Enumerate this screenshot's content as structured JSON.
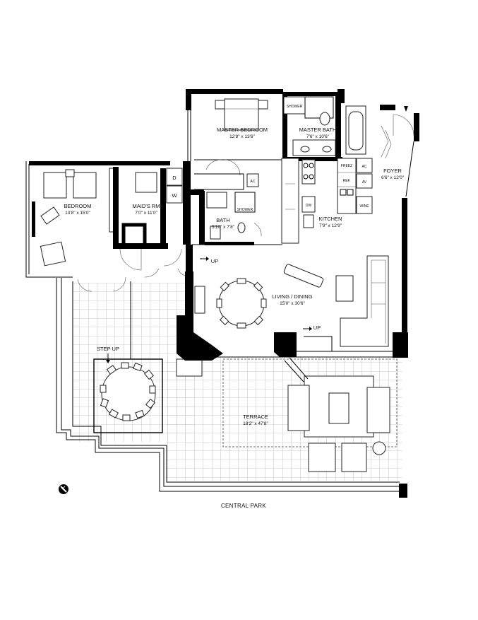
{
  "rooms": {
    "master_bedroom": {
      "name": "MASTER BEDROOM",
      "dims": "12'8\" x 13'6\""
    },
    "master_bath": {
      "name": "MASTER BATH",
      "dims": "7'6\" x 10'6\""
    },
    "shower_master": {
      "name": "SHOWER"
    },
    "bedroom": {
      "name": "BEDROOM",
      "dims": "13'8\" x 15'0\""
    },
    "maids_rm": {
      "name": "MAID'S RM",
      "dims": "7'0\" x 11'0\""
    },
    "bath": {
      "name": "BATH",
      "dims": "5'10\" x 7'8\""
    },
    "shower_bath": {
      "name": "SHOWER"
    },
    "kitchen": {
      "name": "KITCHEN",
      "dims": "7'9\" x 12'9\""
    },
    "foyer": {
      "name": "FOYER",
      "dims": "6'6\" x 12'0\""
    },
    "living_dining": {
      "name": "LIVING / DINING",
      "dims": "15'0\" x 30'6\""
    },
    "terrace": {
      "name": "TERRACE",
      "dims": "18'2\" x 47'8\""
    }
  },
  "fixtures": {
    "d": "D",
    "w": "W",
    "ac1": "AC",
    "ac2": "AC",
    "freez": "FREEZ",
    "ref": "REF.",
    "av": "AV",
    "wine": "WINE",
    "dw": "DW"
  },
  "labels": {
    "up1": "UP",
    "up2": "UP",
    "step_up": "STEP UP",
    "central_park": "CENTRAL PARK"
  }
}
